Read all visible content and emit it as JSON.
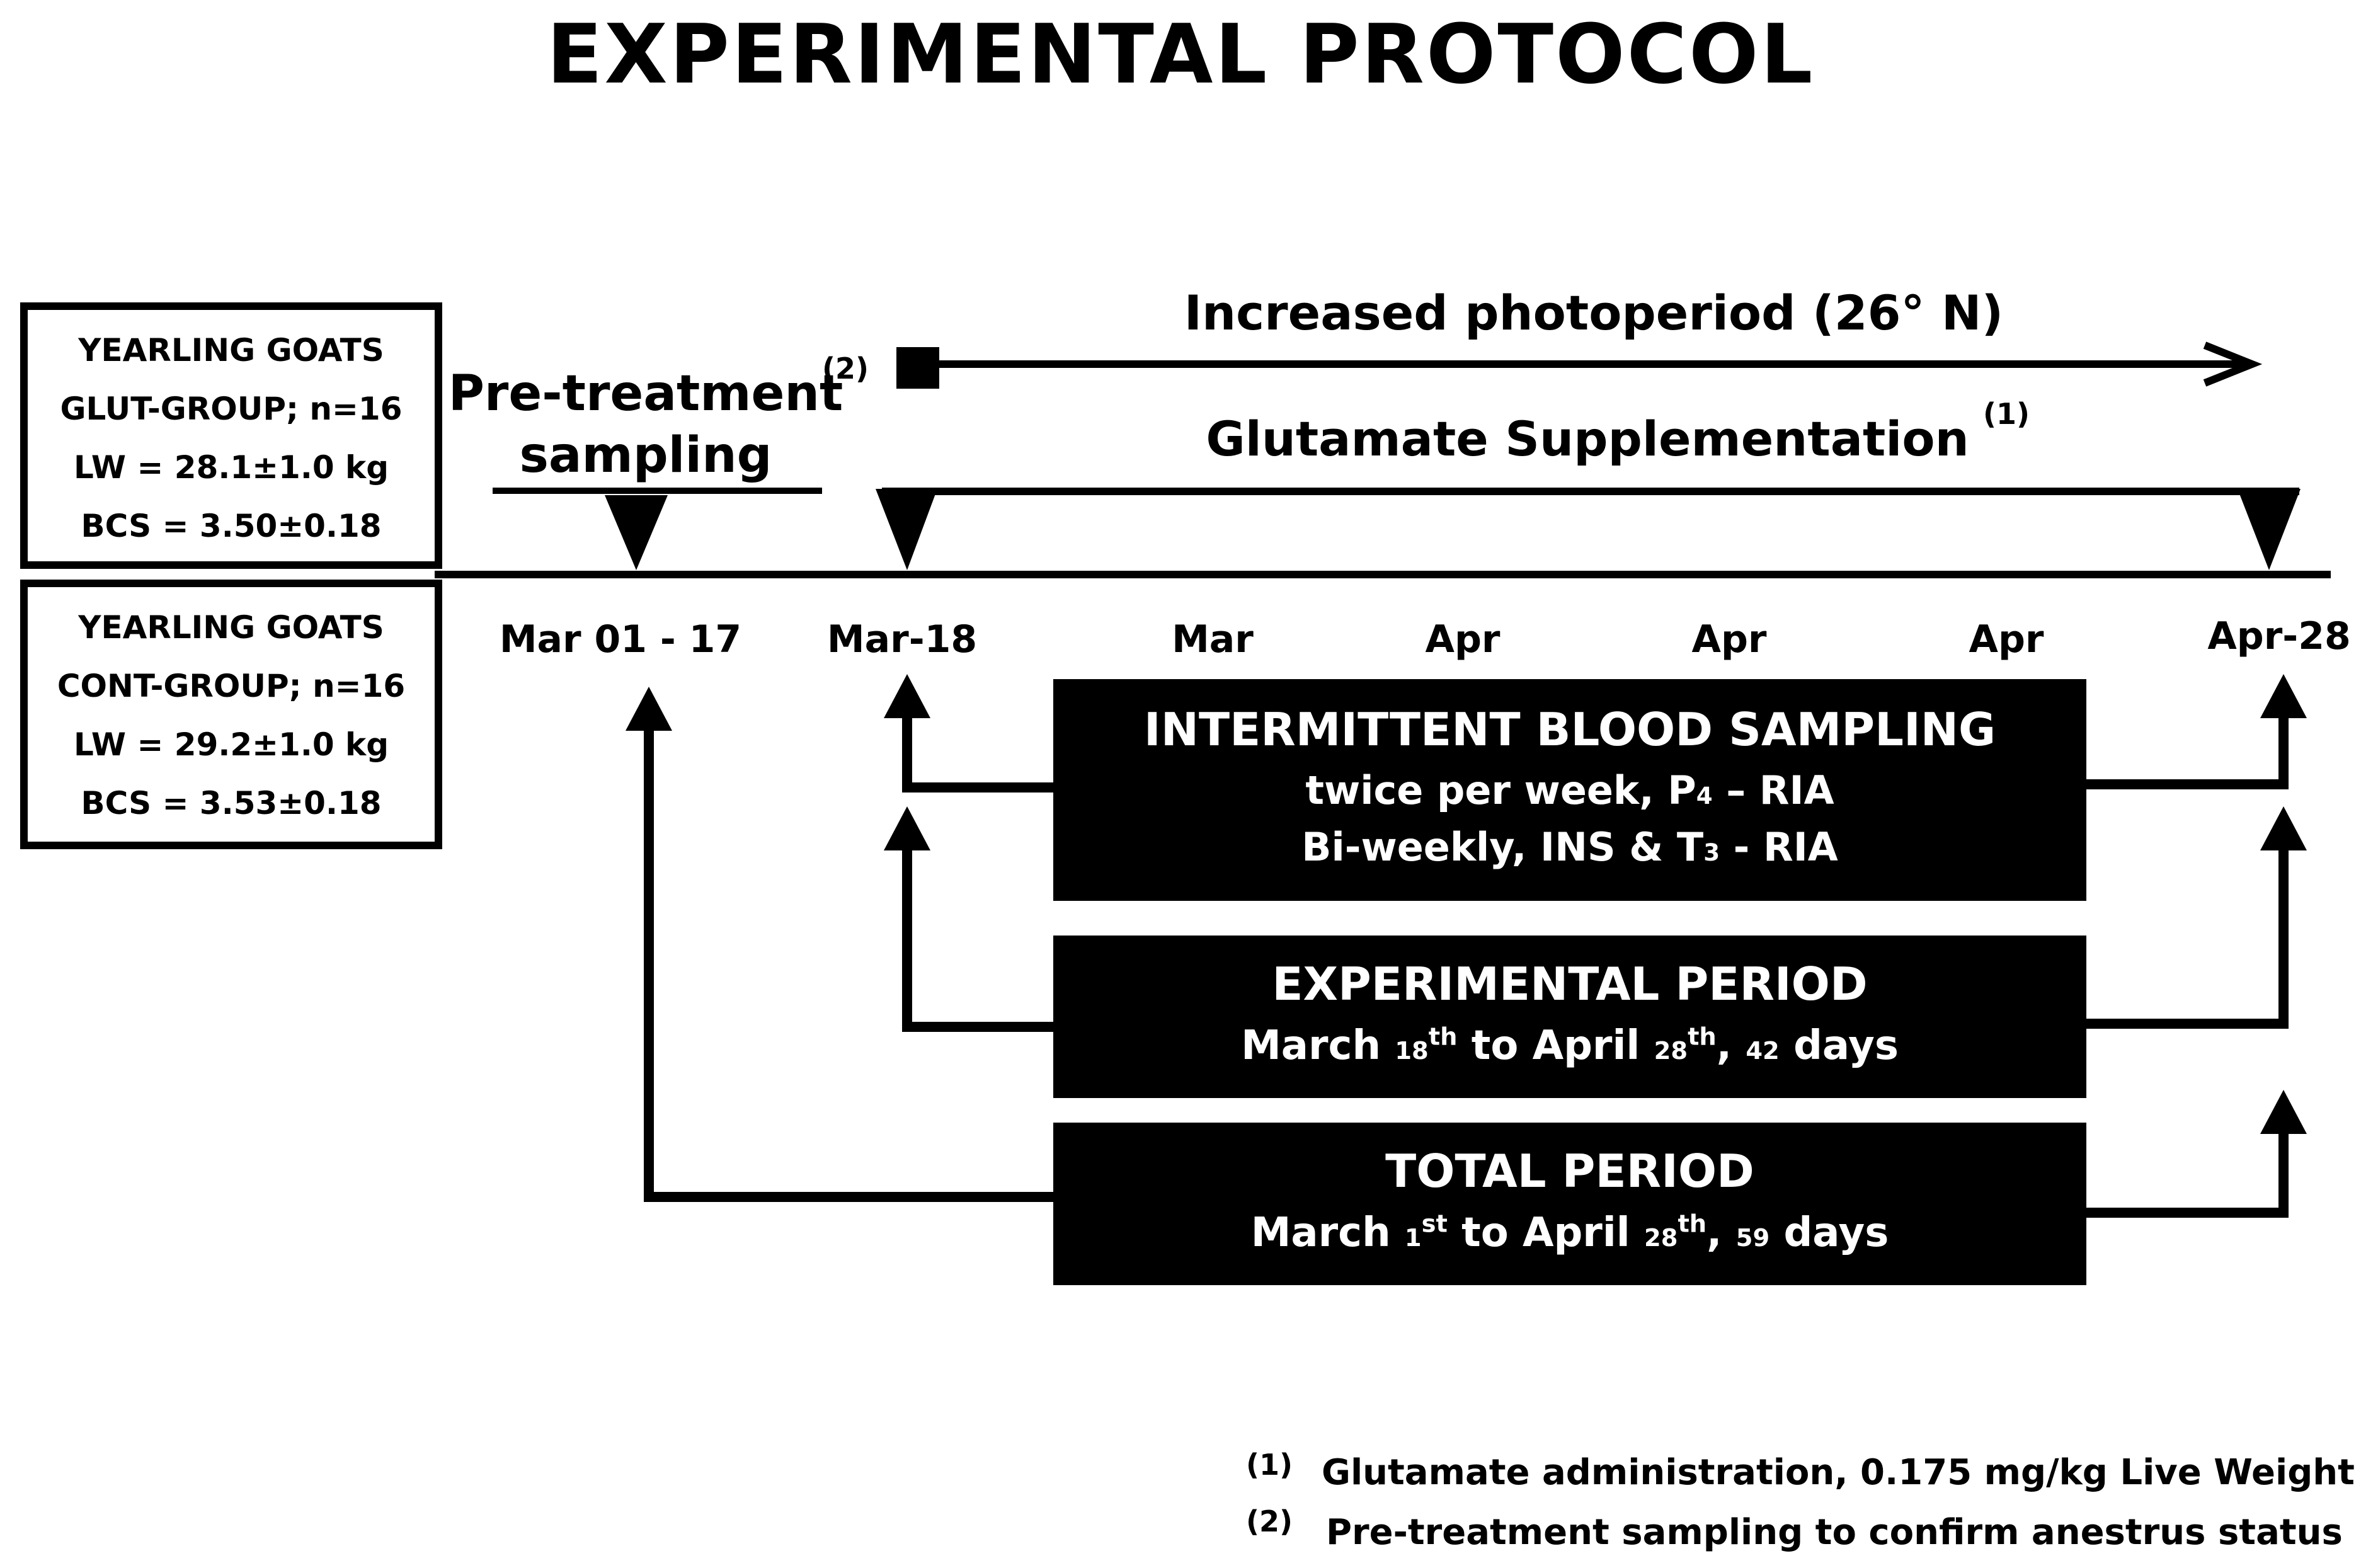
{
  "title": "EXPERIMENTAL  PROTOCOL",
  "groups": [
    {
      "line1": "YEARLING GOATS",
      "line2": "GLUT-GROUP; n=16",
      "line3": "LW = 28.1±1.0 kg",
      "line4": "BCS = 3.50±0.18"
    },
    {
      "line1": "YEARLING GOATS",
      "line2": "CONT-GROUP; n=16",
      "line3": "LW = 29.2±1.0 kg",
      "line4": "BCS = 3.53±0.18"
    }
  ],
  "pretreatment": {
    "line1": "Pre-treatment",
    "line2": "sampling",
    "note_ref": "(2)"
  },
  "photoperiod": {
    "label": "Increased photoperiod (26° N)"
  },
  "supplementation": {
    "label": "Glutamate  Supplementation",
    "note_ref": "(1)"
  },
  "timeline_labels": [
    "Mar 01 - 17",
    "Mar-18",
    "Mar",
    "Apr",
    "Apr",
    "Apr",
    "Apr-28"
  ],
  "boxes": {
    "blood": {
      "title": "INTERMITTENT BLOOD SAMPLING",
      "line2_a": "twice per week, P",
      "line2_sub": "4",
      "line2_b": " – RIA",
      "line3_a": "Bi-weekly, INS & T",
      "line3_sub": "3",
      "line3_b": " - RIA"
    },
    "experimental": {
      "title": "EXPERIMENTAL PERIOD",
      "p1": "March ",
      "p2": "18",
      "p3": "th",
      "p4": "  to  April ",
      "p5": "28",
      "p6": "th",
      "p7": ", ",
      "p8": "42",
      "p9": " days"
    },
    "total": {
      "title": "TOTAL PERIOD",
      "p1": "March ",
      "p2": "1",
      "p3": "st",
      "p4": "  to  April ",
      "p5": "28",
      "p6": "th",
      "p7": ", ",
      "p8": "59",
      "p9": " days"
    }
  },
  "footnotes": [
    {
      "num": "(1)",
      "text": "Glutamate  administration,  0.175  mg/kg  Live Weight"
    },
    {
      "num": "(2)",
      "text": "Pre-treatment  sampling to confirm anestrus status"
    }
  ]
}
